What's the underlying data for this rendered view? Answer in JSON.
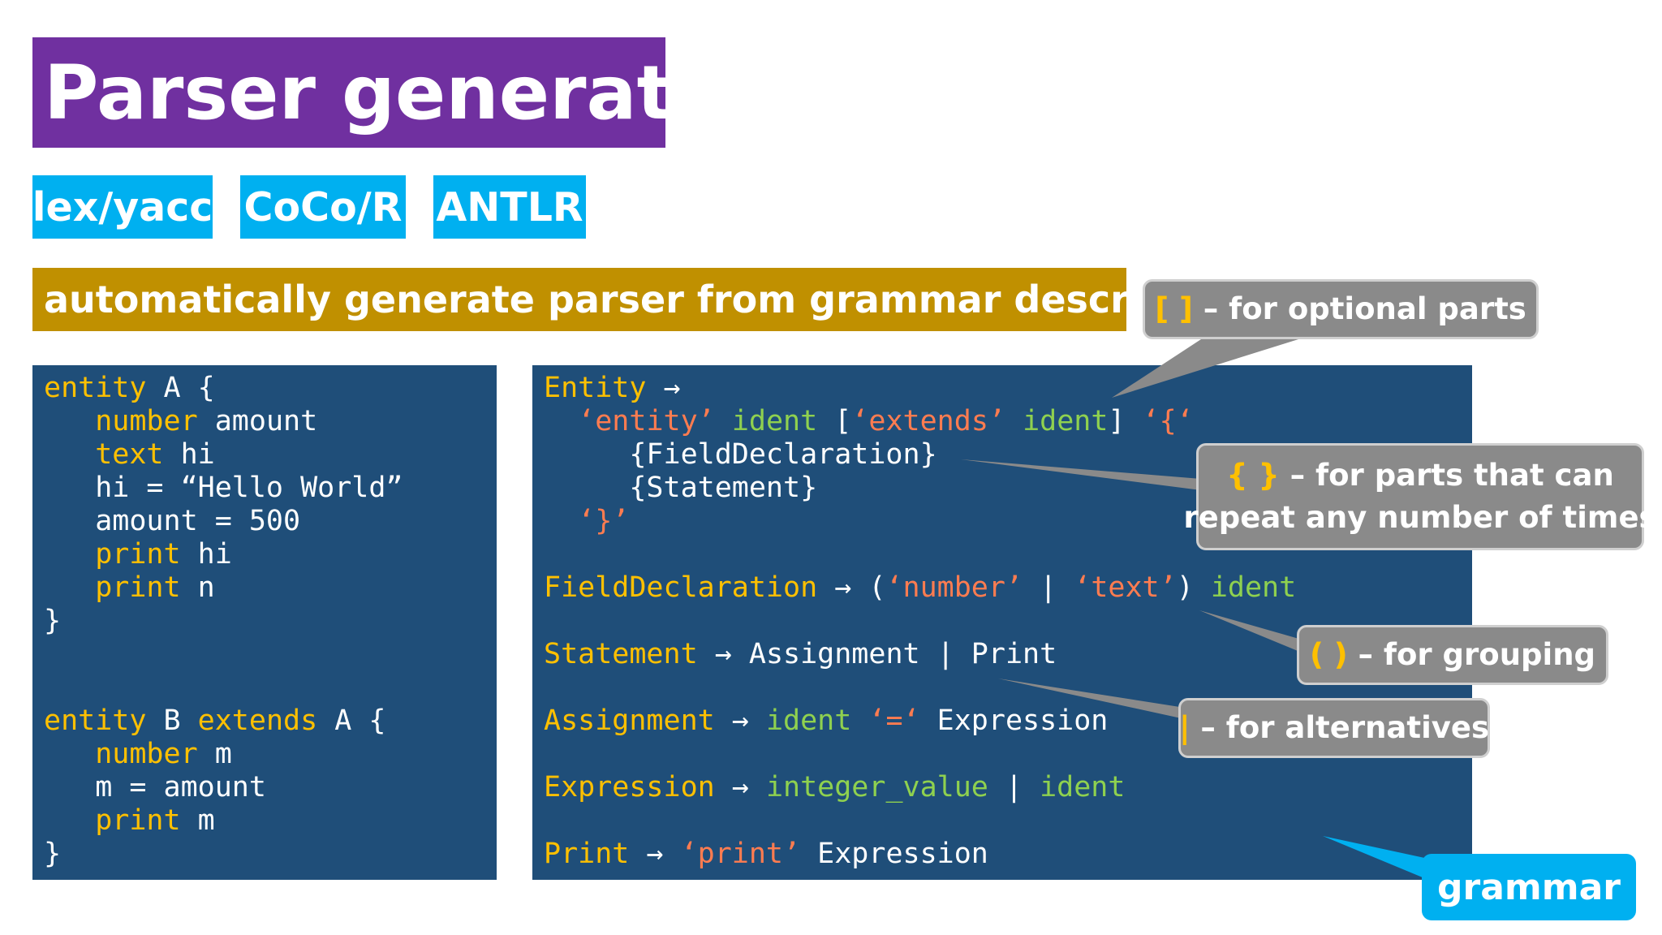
{
  "title": "Parser generators",
  "tools": [
    "lex/yacc",
    "CoCo/R",
    "ANTLR"
  ],
  "subtitle": "automatically generate parser from grammar description",
  "example": {
    "lines": [
      [
        {
          "t": "entity",
          "c": "kw"
        },
        {
          "t": " A {",
          "c": "wh"
        }
      ],
      [
        {
          "t": "   ",
          "c": "wh"
        },
        {
          "t": "number",
          "c": "kw"
        },
        {
          "t": " amount",
          "c": "wh"
        }
      ],
      [
        {
          "t": "   ",
          "c": "wh"
        },
        {
          "t": "text",
          "c": "kw"
        },
        {
          "t": " hi",
          "c": "wh"
        }
      ],
      [
        {
          "t": "   hi = “Hello World”",
          "c": "wh"
        }
      ],
      [
        {
          "t": "   amount = 500",
          "c": "wh"
        }
      ],
      [
        {
          "t": "   ",
          "c": "wh"
        },
        {
          "t": "print",
          "c": "kw"
        },
        {
          "t": " hi",
          "c": "wh"
        }
      ],
      [
        {
          "t": "   ",
          "c": "wh"
        },
        {
          "t": "print",
          "c": "kw"
        },
        {
          "t": " n",
          "c": "wh"
        }
      ],
      [
        {
          "t": "}",
          "c": "wh"
        }
      ],
      [
        {
          "t": " ",
          "c": "wh"
        }
      ],
      [
        {
          "t": " ",
          "c": "wh"
        }
      ],
      [
        {
          "t": "entity",
          "c": "kw"
        },
        {
          "t": " B ",
          "c": "wh"
        },
        {
          "t": "extends",
          "c": "kw"
        },
        {
          "t": " A {",
          "c": "wh"
        }
      ],
      [
        {
          "t": "   ",
          "c": "wh"
        },
        {
          "t": "number",
          "c": "kw"
        },
        {
          "t": " m",
          "c": "wh"
        }
      ],
      [
        {
          "t": "   m = amount",
          "c": "wh"
        }
      ],
      [
        {
          "t": "   ",
          "c": "wh"
        },
        {
          "t": "print",
          "c": "kw"
        },
        {
          "t": " m",
          "c": "wh"
        }
      ],
      [
        {
          "t": "}",
          "c": "wh"
        }
      ]
    ]
  },
  "grammar_rules": {
    "lines": [
      [
        {
          "t": "Entity",
          "c": "kw"
        },
        {
          "t": " →",
          "c": "wh"
        }
      ],
      [
        {
          "t": "  ",
          "c": "wh"
        },
        {
          "t": "‘entity’",
          "c": "str"
        },
        {
          "t": " ",
          "c": "wh"
        },
        {
          "t": "ident",
          "c": "id"
        },
        {
          "t": " [",
          "c": "wh"
        },
        {
          "t": "‘extends’",
          "c": "str"
        },
        {
          "t": " ",
          "c": "wh"
        },
        {
          "t": "ident",
          "c": "id"
        },
        {
          "t": "] ",
          "c": "wh"
        },
        {
          "t": "‘{‘",
          "c": "str"
        }
      ],
      [
        {
          "t": "     {FieldDeclaration}",
          "c": "wh"
        }
      ],
      [
        {
          "t": "     {Statement}",
          "c": "wh"
        }
      ],
      [
        {
          "t": "  ",
          "c": "wh"
        },
        {
          "t": "‘}’",
          "c": "str"
        }
      ],
      [
        {
          "t": " ",
          "c": "wh"
        }
      ],
      [
        {
          "t": "FieldDeclaration",
          "c": "kw"
        },
        {
          "t": " → (",
          "c": "wh"
        },
        {
          "t": "‘number’",
          "c": "str"
        },
        {
          "t": " | ",
          "c": "wh"
        },
        {
          "t": "‘text’",
          "c": "str"
        },
        {
          "t": ") ",
          "c": "wh"
        },
        {
          "t": "ident",
          "c": "id"
        }
      ],
      [
        {
          "t": " ",
          "c": "wh"
        }
      ],
      [
        {
          "t": "Statement",
          "c": "kw"
        },
        {
          "t": " → Assignment | Print",
          "c": "wh"
        }
      ],
      [
        {
          "t": " ",
          "c": "wh"
        }
      ],
      [
        {
          "t": "Assignment",
          "c": "kw"
        },
        {
          "t": " → ",
          "c": "wh"
        },
        {
          "t": "ident",
          "c": "id"
        },
        {
          "t": " ",
          "c": "wh"
        },
        {
          "t": "‘=‘",
          "c": "str"
        },
        {
          "t": " Expression",
          "c": "wh"
        }
      ],
      [
        {
          "t": " ",
          "c": "wh"
        }
      ],
      [
        {
          "t": "Expression",
          "c": "kw"
        },
        {
          "t": " → ",
          "c": "wh"
        },
        {
          "t": "integer_value",
          "c": "id"
        },
        {
          "t": " | ",
          "c": "wh"
        },
        {
          "t": "ident",
          "c": "id"
        }
      ],
      [
        {
          "t": " ",
          "c": "wh"
        }
      ],
      [
        {
          "t": "Print",
          "c": "kw"
        },
        {
          "t": " → ",
          "c": "wh"
        },
        {
          "t": "‘print’",
          "c": "str"
        },
        {
          "t": " Expression",
          "c": "wh"
        }
      ]
    ]
  },
  "callouts": {
    "optional": {
      "mark": "[ ]",
      "text": " – for optional parts"
    },
    "repeat": {
      "mark": "{ }",
      "text_1": " – for parts that can",
      "text_2": "repeat any number of times"
    },
    "grouping": {
      "mark": "( )",
      "text": " – for grouping"
    },
    "alternatives": {
      "mark": "|",
      "text": " – for alternatives"
    }
  },
  "grammar_label": "grammar",
  "colors": {
    "title_bg": "#7030a0",
    "tool_bg": "#00b0f0",
    "subtitle_bg": "#c09000",
    "panel_bg": "#1f4e79",
    "keyword": "#ffc000",
    "string": "#ff7c50",
    "identifier": "#8fd14f",
    "callout_bg": "#8a8a8a"
  }
}
